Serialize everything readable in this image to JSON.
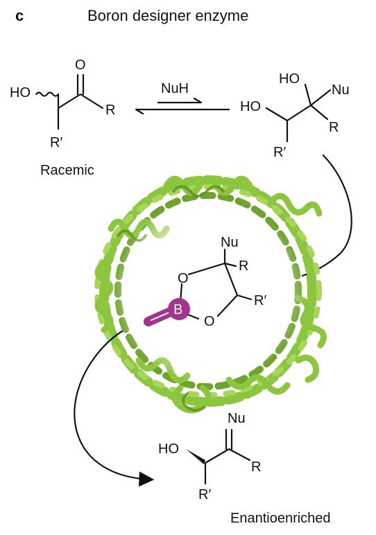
{
  "panel_letter": "c",
  "title": "Boron designer enzyme",
  "reaction_top": {
    "reagent": "NuH",
    "left_molecule": {
      "ho": "HO",
      "o": "O",
      "r": "R",
      "r_prime": "R′"
    },
    "left_label": "Racemic",
    "right_molecule": {
      "ho_top": "HO",
      "ho_left": "HO",
      "nu": "Nu",
      "r": "R",
      "r_prime": "R′"
    }
  },
  "boronate_core": {
    "nu": "Nu",
    "r": "R",
    "r_prime": "R′",
    "o1": "O",
    "o2": "O",
    "b": "B"
  },
  "product": {
    "nu": "Nu",
    "ho": "HO",
    "r": "R",
    "r_prime": "R′"
  },
  "product_label": "Enantioenriched",
  "colors": {
    "boron": "#a3338f",
    "protein": "#8cc63f",
    "protein_dark": "#5e8f22",
    "ink": "#111111"
  }
}
